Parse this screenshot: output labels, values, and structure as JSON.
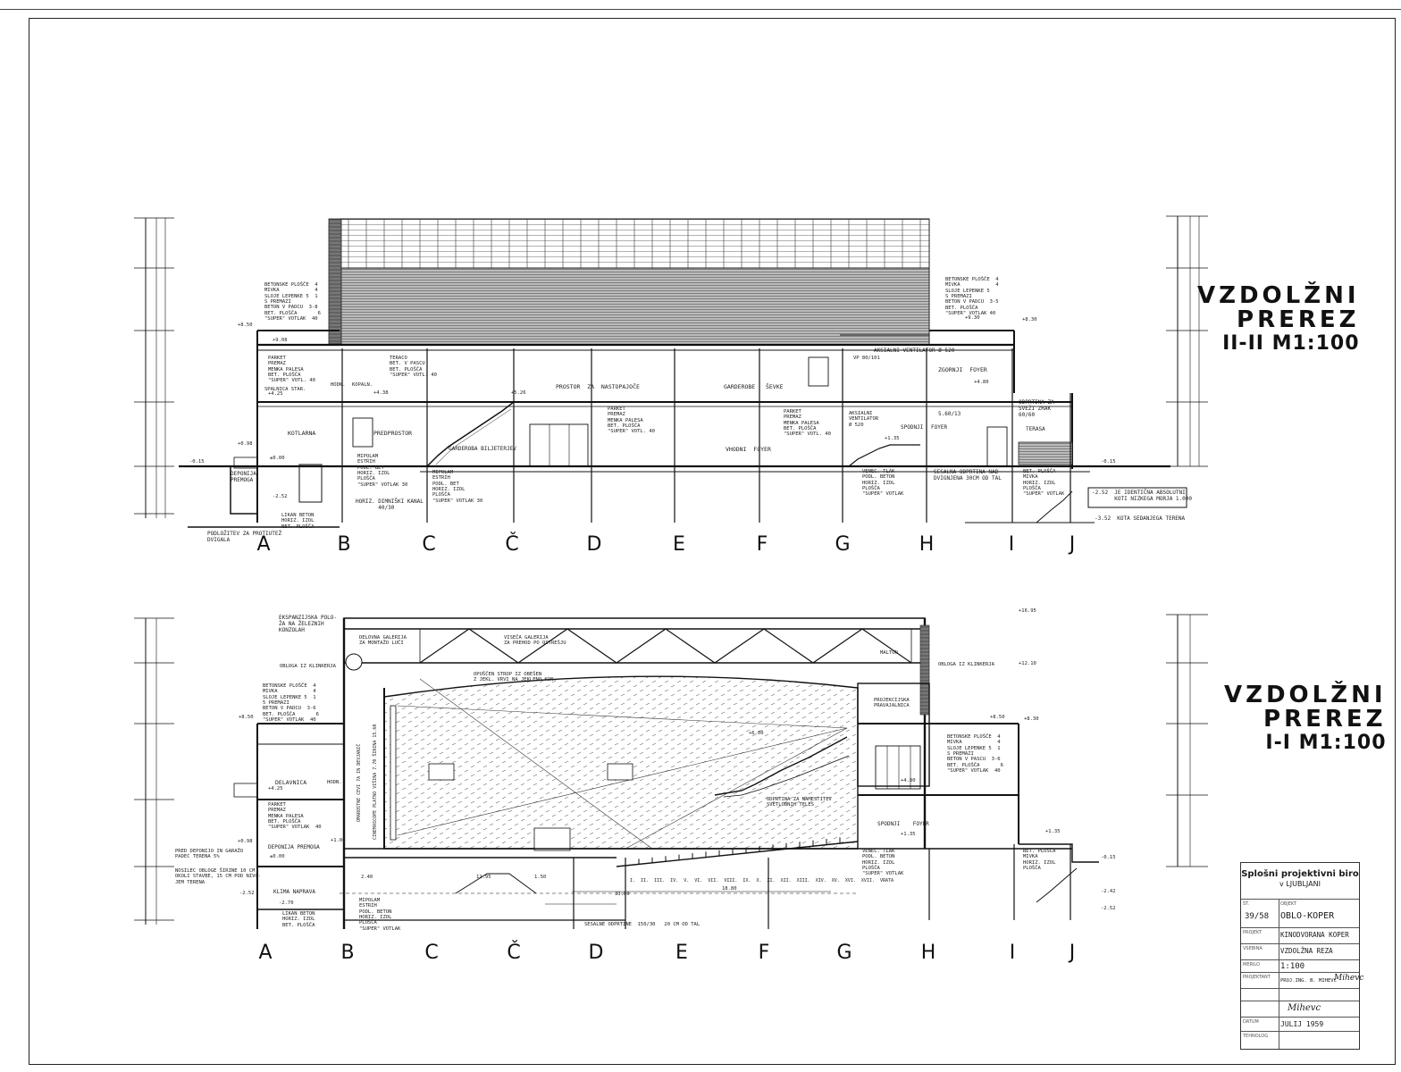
{
  "sheet": {
    "top_section": {
      "title_line1": "VZDOLŽNI",
      "title_line2": "PREREZ",
      "title_line3": "II-II  M1:100",
      "grid_letters": [
        "A",
        "B",
        "C",
        "Č",
        "D",
        "E",
        "F",
        "G",
        "H",
        "I",
        "J"
      ],
      "labels": {
        "kotlarna": "KOTLARNA",
        "predprostor": "PREDPROSTOR",
        "deponija": "DEPONIJA\nPREMOGA",
        "prostor": "PROSTOR  ZA  NASTOPAJOČE",
        "garderobe": "GARDEROBE   ŠEVKE",
        "gard_bilj": "GARDEROBA BILJETERJEV",
        "vhodni": "VHODNI  FOYER",
        "zgornji": "ZGORNJI  FOYER",
        "spodnji": "SPODNJI",
        "foyer": "FOYER",
        "terasa": "TERASA",
        "odprtina": "ODPRTINA ZA\nSVEŽI ZRAK\n60/60",
        "aksialni": "AKSIALNI VENTILATOR Ø 520",
        "sesalna": "SESALNA ODPRTINA NAD\nDVIGNJENA 30CM OD TAL",
        "kota_note": "-2.52  JE IDENTIČNA ABSOLUTNI\n       KOTI NIZKEGA MORJA 1.000",
        "kota_teren": "-3.52  KOTA SEDANJEGA TERENA",
        "horiz": "HORIZ. DIMNIŠKI KANAL\n       40/30",
        "podlozitev": "PODLOŽITEV ZA PROTIUTEŽ\nDVIGALA",
        "roof_layers": "BETONSKE PLOŠČE  4\nMIVKA            4\nSLOJE LEPENKE 5  1\nS PREMAZI\nBETON V PADCU  3-8\nBET. PLOŠČA       6\n\"SUPER\" VOTLAK  40",
        "roof_layers_r": "BETONSKE PLOŠČE  4\nMIVKA            4\nSLOJE LEPENKE 5\nS PREMAZI\nBETON V PADCU  3-5\nBET. PLOŠČA\n\"SUPER\" VOTLAK 40",
        "parket": "PARKET\nPREMAZ\nMENKA PALESA\nBET. PLOŠČA\n\"SUPER\" VOTL. 40",
        "spalnica": "SPALNICA STAR.",
        "hodnik": "HODN.",
        "kopal": "KOPALN.",
        "teraco": "TERACO\nBET. V PASCU\nBET. PLOŠČA\n\"SUPER\" VOTL. 40",
        "mipolam": "MIPOLAM\nESTRIH\nPODL. BET\nHORIZ. IZOL\nPLOŠČA\n\"SUPER\" VOTLAK 30",
        "liken": "LIKAN BETON\nHORIZ. IZOL\nBET. PLOŠČA",
        "venec": "VENEC. TLAK\nPODL. BETON\nHORIZ. IZOL\nPLOŠČA\n\"SUPER\" VOTLAK",
        "bet_plosca": "BET. PLOŠČA\nMIVKA\nHORIZ. IZOL\nPLOŠČA\n\"SUPER\" VOTLAK",
        "vp": "VP 80/101",
        "akstreh": "AKSIALNI\nVENTILATOR\nØ 520",
        "size1": "5.60/13",
        "lev_p850": "+8.50",
        "lev_p908": "+9.08",
        "lev_p425": "+4.25",
        "lev_p438": "+4.38",
        "lev_p098": "+0.98",
        "lev_000": "±0.00",
        "lev_m015": "-0.15",
        "lev_m252": "-2.52",
        "lev_p930": "+9.30",
        "lev_p830": "+8.30",
        "lev_p480": "+4.80",
        "lev_p135": "+1.35",
        "lev_p526": "+5.26"
      }
    },
    "bottom_section": {
      "title_line1": "VZDOLŽNI",
      "title_line2": "PREREZ",
      "title_line3": "I-I  M1:100",
      "grid_letters": [
        "A",
        "B",
        "C",
        "Č",
        "D",
        "E",
        "F",
        "G",
        "H",
        "I",
        "J"
      ],
      "labels": {
        "ekspanzija": "EKSPANZIJSKA POLO-\nŽA NA ŽELEZNIH\nKONZOLAH",
        "delovna": "DELOVNA GALERIJA\nZA MONTAŽO LUČI",
        "viseca": "VISEČA GALERIJA\nZA PREHOD PO OSTREŠJU",
        "opuscen": "OPUŠČEN STROP IZ OBEŠEN\nZ JEKL. VRVI NA JEKLENO KON.",
        "obloga_l": "OBLOGA IZ KLINKERJA",
        "obloga_r": "OBLOGA IZ KLINKERJA",
        "malton": "MALTON",
        "projekcijska": "PROJEKCIJSKA\nPRAVAJALNICA",
        "odprtina_svet": "ODPRTINA ZA NAMESTITEV\nSVETLOBNIH TELES",
        "delavnica": "DELAVNICA",
        "hodnik": "HODN.",
        "deponija": "DEPONIJA PREMOGA",
        "klima": "KLIMA NAPRAVA",
        "spodnji": "SPODNJI    FOYER",
        "cinemascope": "CINEMASCOPE PLATNO VIŠINA 7.70 ŠIRINA 15.60",
        "zvocniki": "OMAROSTNE CEVI 7A IN DEVJANIČ",
        "sesalne": "SESALNE ODPRTINE  150/30   20 CM OD TAL",
        "rows": "I.  II.  III.  IV.  V.  VI.  VII.  VIII.  IX.  X.  XI.  XII.  XIII.  XIV.  XV.  XVI.  XVII.  VRATA",
        "pred_dep": "PRED DEPONIJO IN GARAŽO\nPADEC TERENA 5%",
        "nosilec": "NOSILEC OBLOGE ŠIRINE 10 CM\nOKOLI STAVBE, 15 CM POD NIVO-\nJEM TERENA",
        "roof_layers": "BETONSKE PLOŠČE  4\nMIVKA            4\nSLOJE LEPENKE 5  1\n5 PREMAZI\nBETON V PADCU  3-6\nBET. PLOŠČA       6\n\"SUPER\" VOTLAK  40",
        "parket": "PARKET\nPREMAZ\nMENKA PALESA\nBET. PLOŠČA\n\"SUPER\" VOTLAK  40",
        "liken": "LIKAN BETON\nHORIZ. IZOL\nBET. PLOŠČA",
        "mipolam": "MIPOLAM\nESTRIH\nPODL. BETON\nHORIZ. IZOL\nPLOŠČA\n\"SUPER\" VOTLAK",
        "roof_layers_r": "BETONSKE PLOŠČE  4\nMIVKA            4\nSLOJE LEPENKE 5  1\nS PREMAZI\nBETON V PASCU  3-6\nBET. PLOŠČA       6\n\"SUPER\" VOTLAK  40",
        "venec": "VENEC. TLAK\nPODL. BETON\nHORIZ. IZOL\nPLOŠČA\n\"SUPER\" VOTLAK",
        "bet_plosca": "BET. PLOŠČA\nMIVKA\nHORIZ. IZOL\nPLOŠČA",
        "dim_3300": "33.00",
        "dim_1880": "18.80",
        "dim_1295": "12.95",
        "dim_240": "2.40",
        "dim_150": "1.50",
        "lev_p1695": "+16.95",
        "lev_p1210": "+12.10",
        "lev_p850": "+8.50",
        "lev_p830": "+8.30",
        "lev_p600": "+6.00",
        "lev_p425": "+4.25",
        "lev_p480": "+4.80",
        "lev_p135": "+1.35",
        "lev_p098": "+0.98",
        "lev_p100": "+1.00",
        "lev_000": "±0.00",
        "lev_m015": "-0.15",
        "lev_m252": "-2.52",
        "lev_m270": "-2.70",
        "lev_m242": "-2.42"
      }
    },
    "stamp": {
      "office": "Splošni projektivni biro",
      "city": "v LJUBLJANI",
      "num_label": "ŠT.",
      "num": "39/58",
      "object_label": "OBJEKT",
      "object": "OBLO-KOPER",
      "project_label": "PROJEKT",
      "project": "KINODVORANA KOPER",
      "content_label": "VSEBINA",
      "content": "VZDOLŽNA REZA",
      "scale_label": "MERILO",
      "scale": "1:100",
      "author_label": "PROJEKTANT",
      "author": "PROJ.ING. B. MIHEVC",
      "signature": "Mihevc",
      "sign2": "Mihevc",
      "date_label": "DATUM",
      "date": "JULIJ  1959",
      "checker_label": "TEHNOLOG"
    }
  }
}
